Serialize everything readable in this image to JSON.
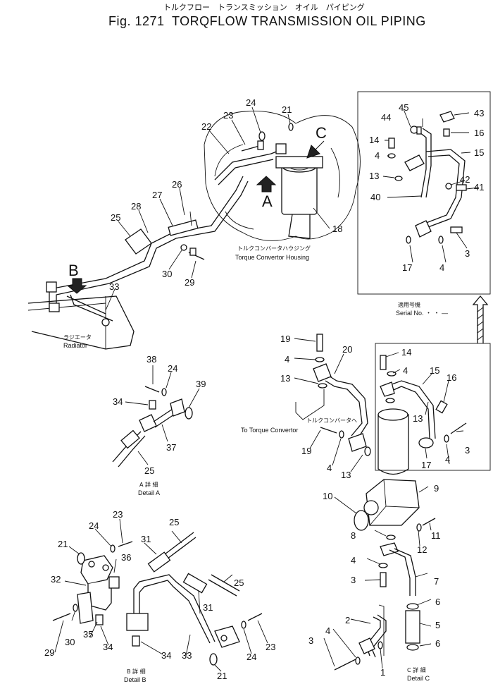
{
  "header": {
    "fig": "Fig. 1271",
    "title_jp": "トルクフロー　トランスミッション　オイル　パイピング",
    "title": "TORQFLOW TRANSMISSION OIL PIPING"
  },
  "captions": {
    "torque_housing_jp": "トルクコンバータハウジング",
    "torque_housing": "Torque Convertor Housing",
    "radiator_jp": "ラジエータ",
    "radiator": "Radiator",
    "detail_a_jp": "A 詳 細",
    "detail_a": "Detail A",
    "detail_b_jp": "B 詳 細",
    "detail_b": "Detail B",
    "detail_c_jp": "C 詳 細",
    "detail_c": "Detail C",
    "to_torque_jp": "トルクコンバータへ",
    "to_torque": "To Torque Convertor",
    "serial_jp": "適用号機",
    "serial": "Serial No.  ・ ・ ―"
  },
  "view_letters": {
    "a": "A",
    "b": "B",
    "c": "C"
  },
  "callouts": {
    "main_23": "23",
    "main_24": "24",
    "main_21": "21",
    "main_22": "22",
    "main_26": "26",
    "main_27": "27",
    "main_28": "28",
    "main_25": "25",
    "main_30": "30",
    "main_29": "29",
    "main_33": "33",
    "main_18": "18",
    "ins_45": "45",
    "ins_44": "44",
    "ins_43": "43",
    "ins_14": "14",
    "ins_16": "16",
    "ins_4a": "4",
    "ins_15": "15",
    "ins_13": "13",
    "ins_40": "40",
    "ins_42": "42",
    "ins_41": "41",
    "ins_3": "3",
    "ins_17": "17",
    "ins_4b": "4",
    "a_38": "38",
    "a_24": "24",
    "a_39": "39",
    "a_34": "34",
    "a_37": "37",
    "a_25": "25",
    "c_19a": "19",
    "c_4a": "4",
    "c_20": "20",
    "c_13a": "13",
    "c_19b": "19",
    "c_4b": "4",
    "c_13b": "13",
    "c_14": "14",
    "c_4c": "4",
    "c_15": "15",
    "c_16": "16",
    "c_13c": "13",
    "c_3a": "3",
    "c_17": "17",
    "c_4d": "4",
    "c_10": "10",
    "c_9": "9",
    "c_11": "11",
    "c_8": "8",
    "c_12": "12",
    "c_4e": "4",
    "c_7": "7",
    "c_3b": "3",
    "c_6a": "6",
    "c_5": "5",
    "c_6b": "6",
    "c_2": "2",
    "c_4f": "4",
    "c_3c": "3",
    "c_1": "1",
    "b_23a": "23",
    "b_25a": "25",
    "b_24a": "24",
    "b_31a": "31",
    "b_21a": "21",
    "b_36": "36",
    "b_32": "32",
    "b_31b": "31",
    "b_25b": "25",
    "b_30": "30",
    "b_35": "35",
    "b_29": "29",
    "b_34a": "34",
    "b_34b": "34",
    "b_33": "33",
    "b_24b": "24",
    "b_23b": "23",
    "b_21b": "21"
  }
}
